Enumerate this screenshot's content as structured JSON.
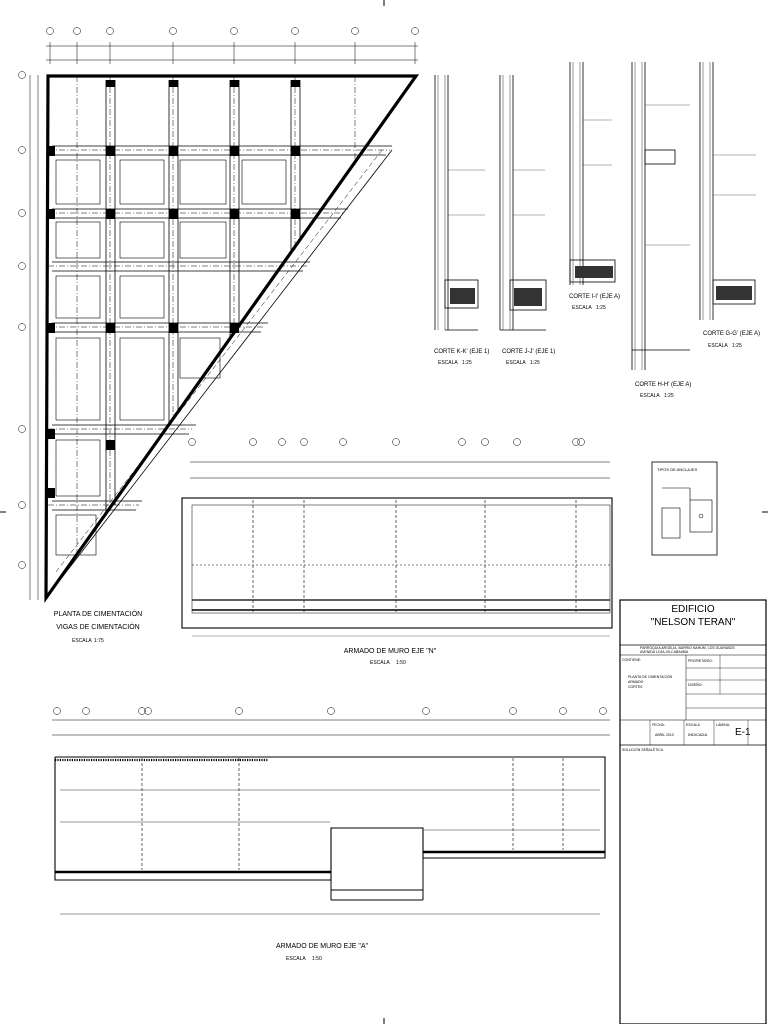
{
  "sheet": {
    "project_title_1": "EDIFICIO",
    "project_title_2": "\"NELSON TERAN\"",
    "sheet_code": "E-1",
    "scale_word": "ESCALA",
    "sheet_scale": "INDICADA"
  },
  "views": {
    "plan_title_1": "PLANTA DE CIMENTACIÓN",
    "plan_title_2": "VIGAS DE CIMENTACIÓN",
    "plan_scale": "1:75",
    "wall_n_title": "ARMADO DE MURO EJE \"N\"",
    "wall_n_scale": "1:50",
    "wall_a_title": "ARMADO DE MURO EJE \"A\"",
    "wall_a_scale": "1:50",
    "section_kk": "CORTE K-K' (EJE 1)",
    "section_kk_scale": "1:25",
    "section_jj": "CORTE J-J' (EJE 1)",
    "section_jj_scale": "1:25",
    "section_ii": "CORTE I-I' (EJE A)",
    "section_ii_scale": "1:25",
    "section_hh": "CORTE H-H' (EJE A)",
    "section_hh_scale": "1:25",
    "section_gg": "CORTE G-G' (EJE A)",
    "section_gg_scale": "1:25",
    "anchor_title": "TIPOS DE ANCLAJES"
  },
  "title_block": {
    "row1": "PARROQUIA ARGELIA, BARRIO NAHUM, LOS GUAYABOS",
    "row1b": "AVENIDA LOJA-VILCABAMBA",
    "contains_label": "CONTIENE:",
    "contains_1": "PLANTA DE CIMENTACIÓN",
    "contains_2": "ARMADO",
    "contains_3": "CORTES",
    "owner_label": "PROPIETARIO:",
    "designer_label": "DISEÑO:",
    "date_label": "FECHA:",
    "date_value": "ABRIL 2013",
    "sheet_label": "LÁMINA:",
    "notes_label": "SOLUCIÓN SEÑALÉTICA"
  },
  "colors": {
    "line": "#000000",
    "hatch": "#222222"
  }
}
